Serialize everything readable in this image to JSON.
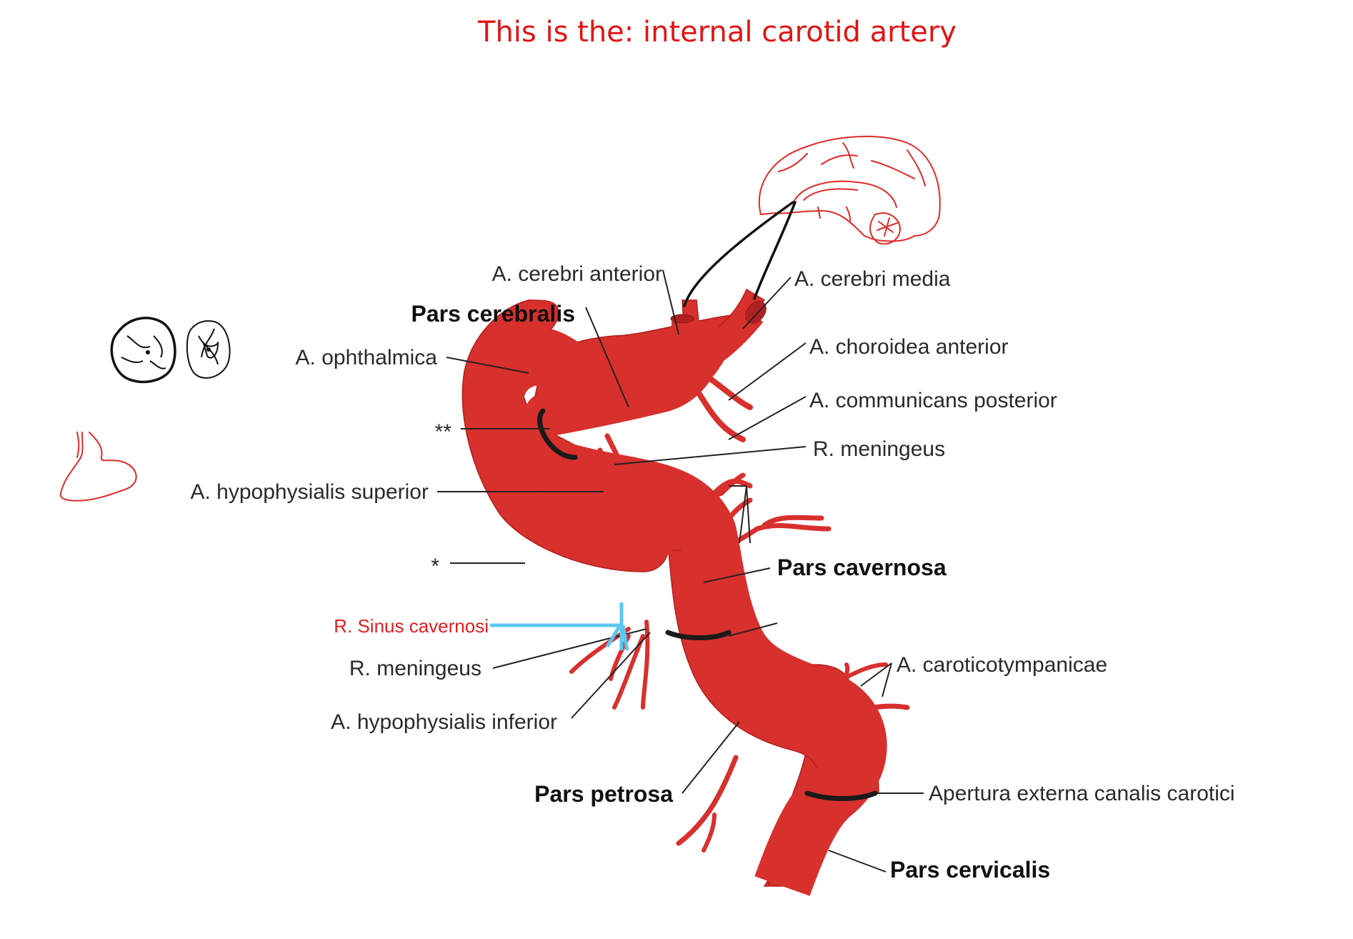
{
  "title": "This is the: internal carotid artery",
  "labels": {
    "cerebri_anterior": "A. cerebri anterior",
    "cerebri_media": "A. cerebri media",
    "pars_cerebralis": "Pars cerebralis",
    "ophthalmica": "A. ophthalmica",
    "choroidea_anterior": "A. choroidea anterior",
    "communicans_posterior": "A. communicans posterior",
    "double_star": "**",
    "r_meningeus_upper": "R. meningeus",
    "hypophysialis_superior": "A. hypophysialis superior",
    "star": "*",
    "pars_cavernosa": "Pars cavernosa",
    "r_sinus_cavernosi": "R. Sinus cavernosi",
    "r_meningeus_lower": "R. meningeus",
    "hypophysialis_inferior": "A. hypophysialis inferior",
    "caroticotympanicae": "A. caroticotympanicae",
    "pars_petrosa": "Pars petrosa",
    "apertura": "Apertura externa canalis carotici",
    "pars_cervicalis": "Pars cervicalis"
  },
  "colors": {
    "artery": "#d8302d",
    "annotation_red": "#e02020",
    "annotation_blue": "#5bc8f0",
    "title_red": "#e01515"
  },
  "icons": {
    "brain_sketch": "brain-sketch-icon",
    "eye_sketches": "eye-sketch-icon",
    "pituitary_sketch": "pituitary-sketch-icon"
  }
}
